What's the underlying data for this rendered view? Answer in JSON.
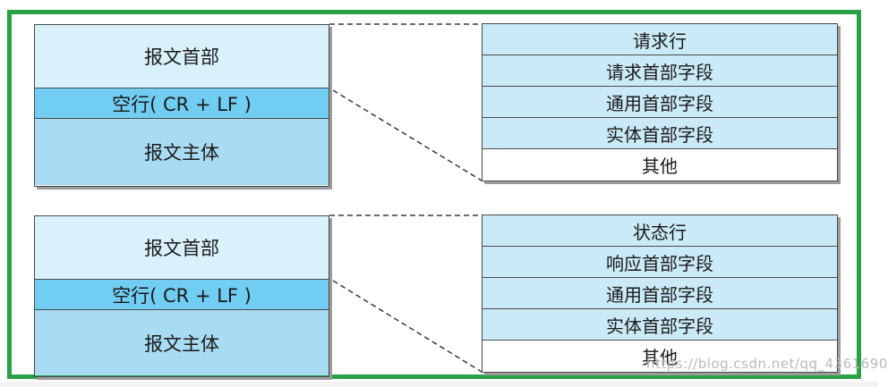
{
  "request": {
    "left": {
      "header": "报文首部",
      "blank_line": "空行( CR + LF )",
      "body": "报文主体"
    },
    "right": [
      "请求行",
      "请求首部字段",
      "通用首部字段",
      "实体首部字段",
      "其他"
    ]
  },
  "response": {
    "left": {
      "header": "报文首部",
      "blank_line": "空行( CR + LF )",
      "body": "报文主体"
    },
    "right": [
      "状态行",
      "响应首部字段",
      "通用首部字段",
      "实体首部字段",
      "其他"
    ]
  },
  "watermark": "https://blog.csdn.net/qq_4361690",
  "colors": {
    "frame": "#2aa146",
    "header_fill": "#d9f1fb",
    "blank_line_fill": "#72cdf2",
    "body_fill": "#a8dcf2",
    "field_fill": "#cbeaf7"
  }
}
